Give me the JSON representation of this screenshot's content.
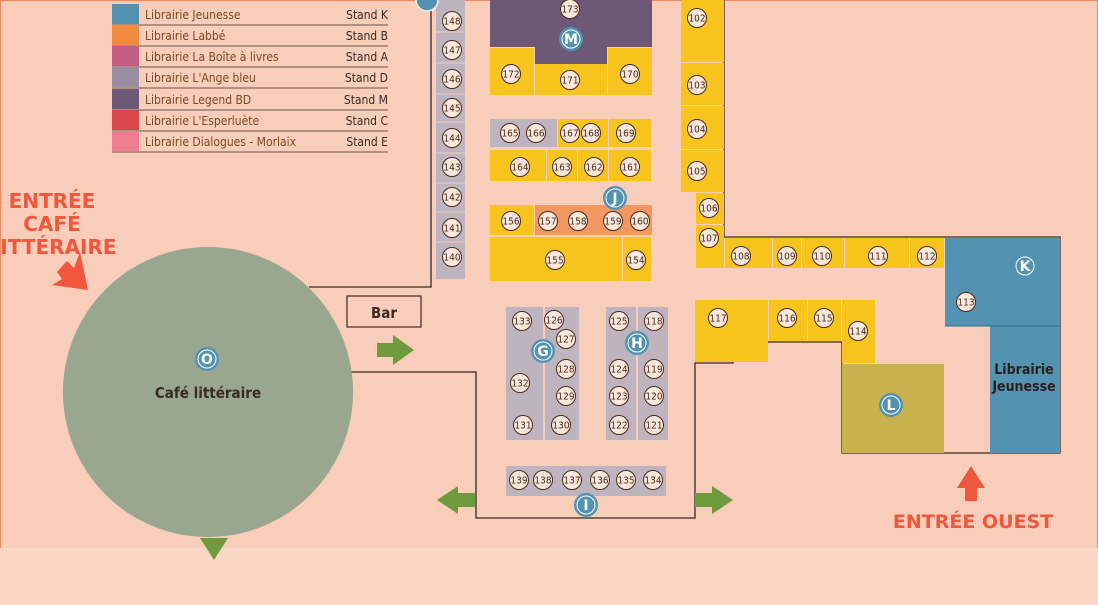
{
  "colors": {
    "background": "#f8cdb9",
    "yellow": "#f7c41e",
    "grey": "#bdb4bf",
    "purple": "#6e5878",
    "teal": "#5393b1",
    "olive": "#c9b24d",
    "orange": "#f39760",
    "green": "#99a690",
    "arrow_red": "#f0573c",
    "arrow_green": "#6f9a3e"
  },
  "legend": [
    {
      "label": "Librairie Jeunesse",
      "stand": "Stand K",
      "color": "#5393b1"
    },
    {
      "label": "Librairie Labbé",
      "stand": "Stand B",
      "color": "#f08a3e"
    },
    {
      "label": "Librairie La Boîte à livres",
      "stand": "Stand A",
      "color": "#c45d84"
    },
    {
      "label": "Librairie L'Ange bleu",
      "stand": "Stand D",
      "color": "#9a8ea2"
    },
    {
      "label": "Librairie Legend BD",
      "stand": "Stand M",
      "color": "#6e5878"
    },
    {
      "label": "Librairie L'Esperluète",
      "stand": "Stand C",
      "color": "#d9474a"
    },
    {
      "label": "Librairie Dialogues - Morlaix",
      "stand": "Stand E",
      "color": "#f07e93"
    }
  ],
  "entrances": {
    "cafe_line1": "ENTRÉE",
    "cafe_line2": "CAFÉ",
    "cafe_line3": "LITTÉRAIRE",
    "west": "ENTRÉE OUEST"
  },
  "places": {
    "bar": "Bar",
    "cafe": "Café littéraire",
    "librairie_line1": "Librairie",
    "librairie_line2": "Jeunesse"
  },
  "zones": {
    "M": "M",
    "J": "J",
    "G": "G",
    "H": "H",
    "I": "I",
    "K": "K",
    "L": "L",
    "O": "O"
  },
  "stands": {
    "s101": "",
    "s102": "102",
    "s103": "103",
    "s104": "104",
    "s105": "105",
    "s106": "106",
    "s107": "107",
    "s108": "108",
    "s109": "109",
    "s110": "110",
    "s111": "111",
    "s112": "112",
    "s113": "113",
    "s114": "114",
    "s115": "115",
    "s116": "116",
    "s117": "117",
    "s118": "118",
    "s119": "119",
    "s120": "120",
    "s121": "121",
    "s122": "122",
    "s123": "123",
    "s124": "124",
    "s125": "125",
    "s126": "126",
    "s127": "127",
    "s128": "128",
    "s129": "129",
    "s130": "130",
    "s131": "131",
    "s132": "132",
    "s133": "133",
    "s134": "134",
    "s135": "135",
    "s136": "136",
    "s137": "137",
    "s138": "138",
    "s139": "139",
    "s140": "140",
    "s141": "141",
    "s142": "142",
    "s143": "143",
    "s144": "144",
    "s145": "145",
    "s146": "146",
    "s147": "147",
    "s148": "148",
    "s154": "154",
    "s155": "155",
    "s156": "156",
    "s157": "157",
    "s158": "158",
    "s159": "159",
    "s160": "160",
    "s161": "161",
    "s162": "162",
    "s163": "163",
    "s164": "164",
    "s165": "165",
    "s166": "166",
    "s167": "167",
    "s168": "168",
    "s169": "169",
    "s170": "170",
    "s171": "171",
    "s172": "172",
    "s173": "173"
  }
}
